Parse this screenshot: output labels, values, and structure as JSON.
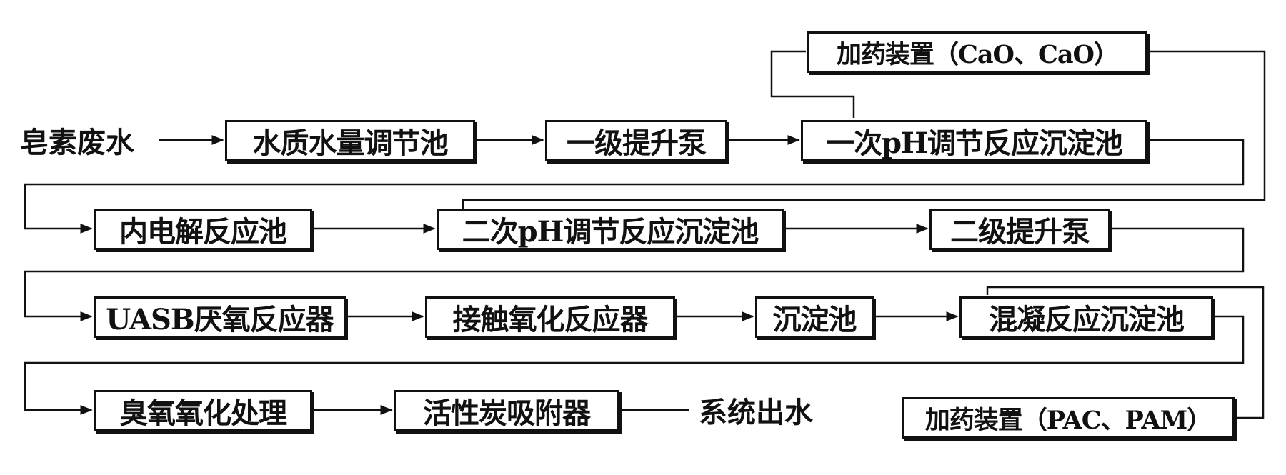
{
  "diagram": {
    "source": "皂素废水",
    "sink": "系统出水",
    "nodes": {
      "equalization_tank": "水质水量调节池",
      "pump_1": "一级提升泵",
      "ph_tank_1": "一次pH调节反应沉淀池",
      "dosing_1": "加药装置（CaO、CaO）",
      "internal_electrolysis": "内电解反应池",
      "ph_tank_2": "二次pH调节反应沉淀池",
      "pump_2": "二级提升泵",
      "uasb": "UASB厌氧反应器",
      "contact_oxidation": "接触氧化反应器",
      "sedimentation": "沉淀池",
      "coagulation": "混凝反应沉淀池",
      "ozone": "臭氧氧化处理",
      "activated_carbon": "活性炭吸附器",
      "dosing_2": "加药装置（PAC、PAM）"
    }
  }
}
